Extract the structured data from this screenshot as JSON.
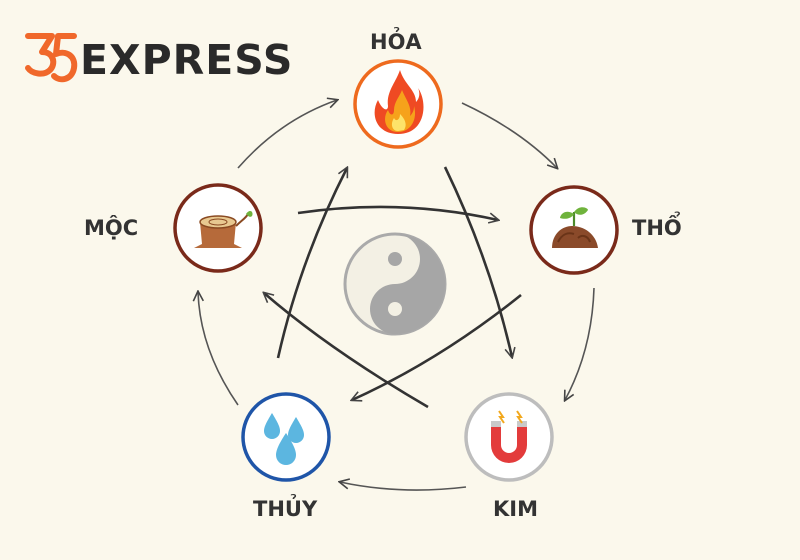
{
  "logo": {
    "text": "EXPRESS"
  },
  "elements": {
    "hoa": {
      "label": "HỎA",
      "icon": "fire-icon",
      "ring_color": "#ee6a1e"
    },
    "tho": {
      "label": "THỔ",
      "icon": "soil-sprout-icon",
      "ring_color": "#7a2a1a"
    },
    "kim": {
      "label": "KIM",
      "icon": "magnet-icon",
      "ring_color": "#bdbdbd"
    },
    "thuy": {
      "label": "THỦY",
      "icon": "water-drops-icon",
      "ring_color": "#1f55a8"
    },
    "moc": {
      "label": "MỘC",
      "icon": "tree-stump-icon",
      "ring_color": "#7a2a1a"
    }
  },
  "center": {
    "icon": "yin-yang-icon"
  }
}
